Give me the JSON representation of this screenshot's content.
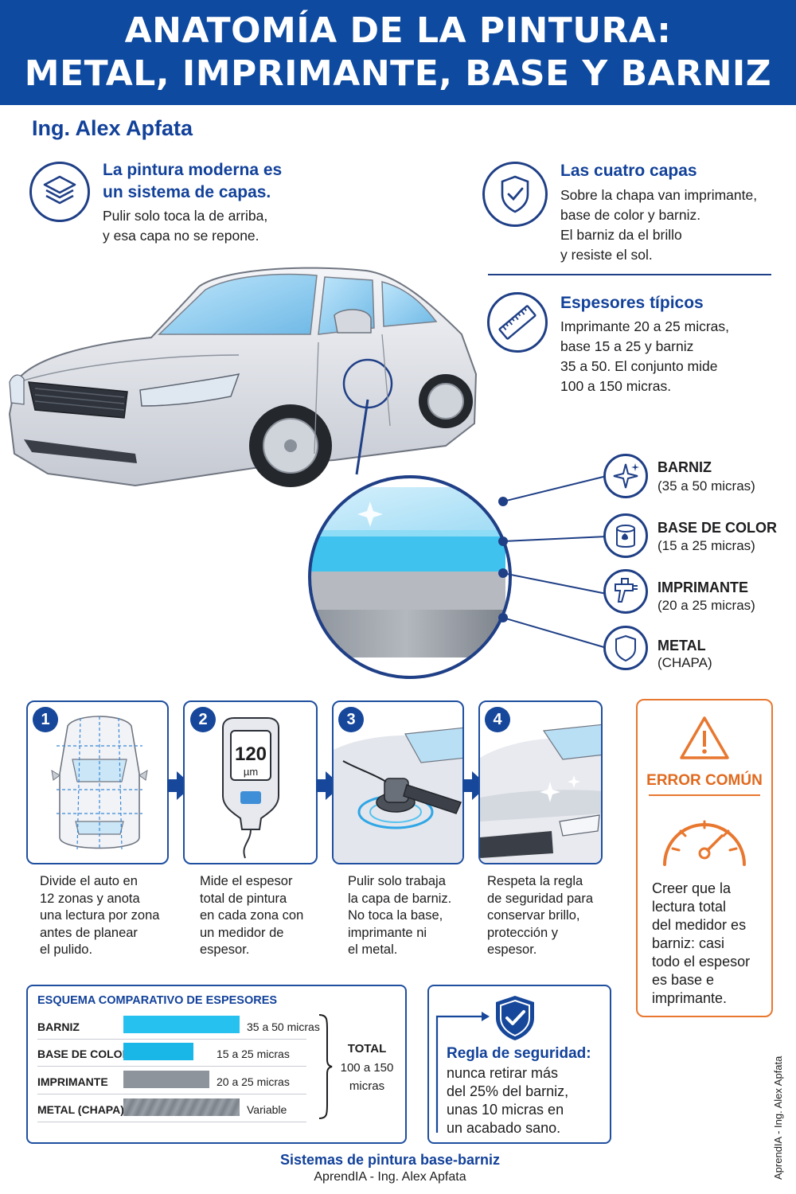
{
  "header": {
    "title_line1": "ANATOMÍA DE LA PINTURA:",
    "title_line2": "METAL, IMPRIMANTE, BASE Y BARNIZ"
  },
  "author": "Ing. Alex Apfata",
  "intro": {
    "heading_line1": "La pintura moderna es",
    "heading_line2": "un sistema de capas.",
    "body_line1": "Pulir solo toca la de arriba,",
    "body_line2": "y esa capa no se repone."
  },
  "cuatro_capas": {
    "heading": "Las cuatro capas",
    "lines": [
      "Sobre la chapa van imprimante,",
      "base de color y barniz.",
      "El barniz da el brillo",
      "y resiste el sol."
    ]
  },
  "espesores": {
    "heading": "Espesores típicos",
    "lines": [
      "Imprimante 20 a 25 micras,",
      "base 15 a 25 y barniz",
      "35 a 50. El conjunto mide",
      "100 a 150 micras."
    ]
  },
  "layers": [
    {
      "name": "BARNIZ",
      "detail": "(35 a 50 micras)",
      "icon": "sparkle-icon"
    },
    {
      "name": "BASE DE COLOR",
      "detail": "(15 a 25 micras)",
      "icon": "paint-can-icon"
    },
    {
      "name": "IMPRIMANTE",
      "detail": "(20 a 25 micras)",
      "icon": "spray-gun-icon"
    },
    {
      "name": "METAL",
      "detail": "(CHAPA)",
      "icon": "shield-icon"
    }
  ],
  "steps": [
    {
      "num": "1",
      "lines": [
        "Divide el auto en",
        "12 zonas y anota",
        "una lectura por zona",
        "antes de planear",
        "el pulido."
      ]
    },
    {
      "num": "2",
      "lines": [
        "Mide el espesor",
        "total de pintura",
        "en cada zona con",
        "un medidor de",
        "espesor."
      ],
      "gauge_value": "120",
      "gauge_unit": "µm"
    },
    {
      "num": "3",
      "lines": [
        "Pulir solo trabaja",
        "la capa de barniz.",
        "No toca la base,",
        "imprimante ni",
        "el metal."
      ]
    },
    {
      "num": "4",
      "lines": [
        "Respeta la regla",
        "de seguridad para",
        "conservar brillo,",
        "protección y",
        "espesor."
      ]
    }
  ],
  "error": {
    "title": "ERROR COMÚN",
    "lines": [
      "Creer que la",
      "lectura total",
      "del medidor es",
      "barniz: casi",
      "todo el espesor",
      "es base e",
      "imprimante."
    ]
  },
  "table": {
    "title": "ESQUEMA COMPARATIVO DE ESPESORES",
    "rows": [
      {
        "label": "BARNIZ",
        "value": "35 a 50 micras",
        "color": "#27c1ef"
      },
      {
        "label": "BASE DE COLOR",
        "value": "15 a 25 micras",
        "color": "#19b6e8"
      },
      {
        "label": "IMPRIMANTE",
        "value": "20 a 25 micras",
        "color": "#8e949c"
      },
      {
        "label": "METAL (CHAPA)",
        "value": "Variable",
        "color": "#7d838b"
      }
    ],
    "total_label": "TOTAL",
    "total_line1": "100 a 150",
    "total_line2": "micras"
  },
  "safety": {
    "title": "Regla de seguridad:",
    "lines": [
      "nunca retirar más",
      "del 25% del barniz,",
      "unas 10 micras en",
      "un acabado sano."
    ]
  },
  "footer": {
    "line1": "Sistemas de pintura base-barniz",
    "line2": "AprendIA - Ing. Alex Apfata"
  },
  "vertical_credit": "AprendIA - Ing. Alex Apfata",
  "colors": {
    "brand_blue": "#0d4aa0",
    "accent_orange": "#e8772f",
    "clearcoat_cyan": "#27c1ef"
  }
}
